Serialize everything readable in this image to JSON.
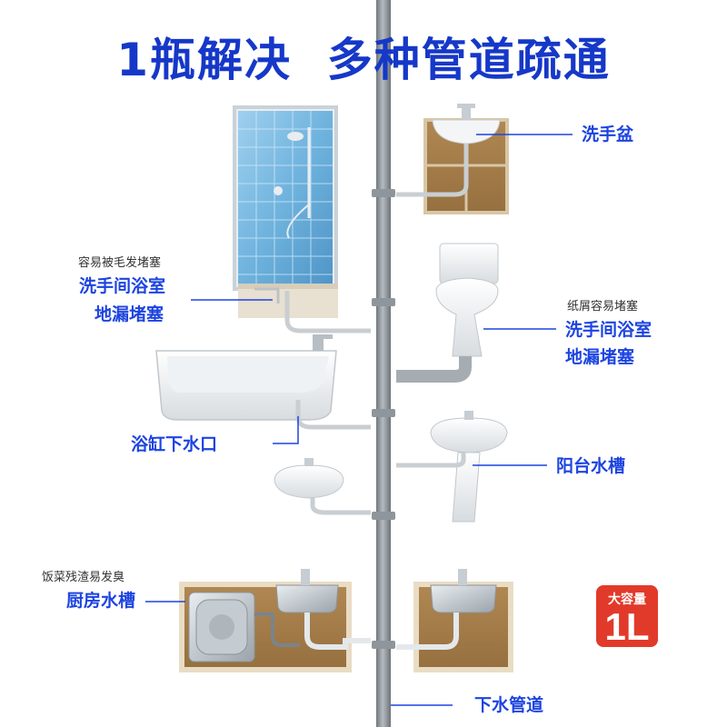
{
  "headline": "1瓶解决  多种管道疏通",
  "callouts": {
    "washbasin": "洗手盆",
    "bath_room_left_line1": "洗手间浴室",
    "bath_room_left_line2": "地漏堵塞",
    "bath_room_right_line1": "洗手间浴室",
    "bath_room_right_line2": "地漏堵塞",
    "bathtub": "浴缸下水口",
    "balcony_sink": "阳台水槽",
    "kitchen_sink": "厨房水槽",
    "drain_pipe": "下水管道"
  },
  "notes": {
    "hair_clog": "容易被毛发堵塞",
    "paper_clog": "纸屑容易堵塞",
    "food_odor": "饭菜残渣易发臭"
  },
  "badge": {
    "top": "大容量",
    "main": "1L"
  },
  "colors": {
    "headline": "#1638c8",
    "label": "#1d44e0",
    "badge": "#e23a2a",
    "pipe": "#8e959b"
  }
}
